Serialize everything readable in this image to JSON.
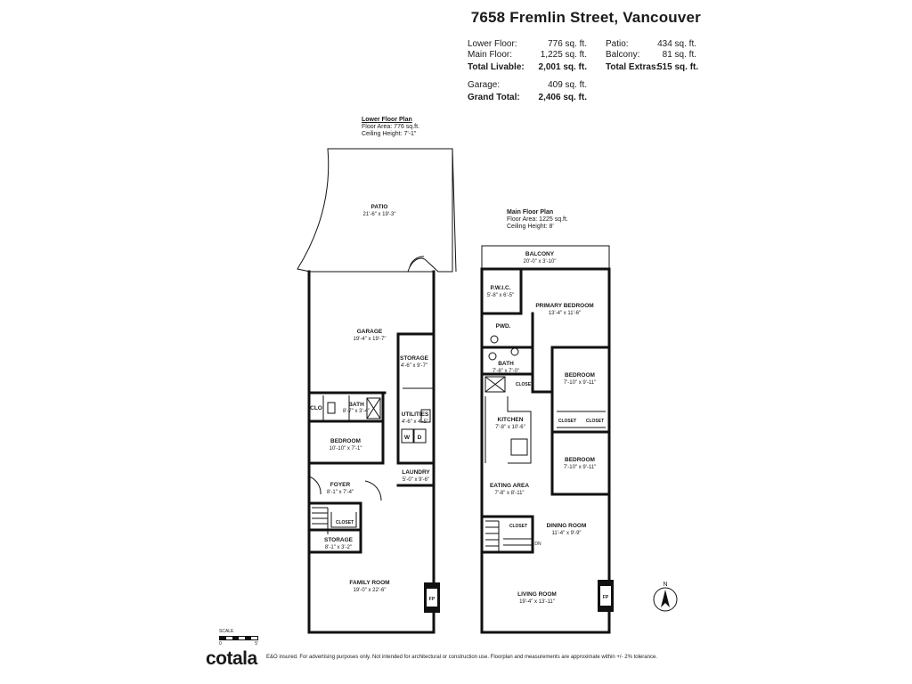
{
  "header": {
    "address": "7658 Fremlin Street, Vancouver"
  },
  "summary": {
    "lower_floor": {
      "label": "Lower Floor:",
      "value": "776 sq. ft."
    },
    "main_floor": {
      "label": "Main Floor:",
      "value": "1,225 sq. ft."
    },
    "total_livable": {
      "label": "Total Livable:",
      "value": "2,001 sq. ft."
    },
    "garage": {
      "label": "Garage:",
      "value": "409 sq. ft."
    },
    "grand_total": {
      "label": "Grand Total:",
      "value": "2,406 sq. ft."
    },
    "patio": {
      "label": "Patio:",
      "value": "434 sq. ft."
    },
    "balcony": {
      "label": "Balcony:",
      "value": "81 sq. ft."
    },
    "total_extras": {
      "label": "Total Extras:",
      "value": "515 sq. ft."
    }
  },
  "lower_floor_plan": {
    "title": "Lower Floor Plan",
    "area": "Floor Area: 776 sq.ft.",
    "ceiling": "Ceiling Height: 7'-1\"",
    "rooms": {
      "patio": {
        "name": "PATIO",
        "dims": "21'-6\" x 19'-3\""
      },
      "garage": {
        "name": "GARAGE",
        "dims": "19'-4\" x 19'-7\""
      },
      "storage_garage": {
        "name": "STORAGE",
        "dims": "4'-6\" x 9'-7\""
      },
      "bath": {
        "name": "BATH",
        "dims": "8'-7\" x 3'-4\""
      },
      "clo": {
        "name": "CLO"
      },
      "utilities": {
        "name": "UTILITIES",
        "dims": "4'-6\" x 4'-5\""
      },
      "w": {
        "name": "W"
      },
      "d": {
        "name": "D"
      },
      "bedroom": {
        "name": "BEDROOM",
        "dims": "10'-10\" x 7'-1\""
      },
      "laundry": {
        "name": "LAUNDRY",
        "dims": "5'-0\" x 9'-6\""
      },
      "foyer": {
        "name": "FOYER",
        "dims": "8'-1\" x 7'-4\""
      },
      "closet": {
        "name": "CLOSET"
      },
      "storage": {
        "name": "STORAGE",
        "dims": "8'-1\" x 3'-2\""
      },
      "family_room": {
        "name": "FAMILY ROOM",
        "dims": "19'-0\" x 22'-6\""
      },
      "fp": {
        "name": "FP"
      }
    }
  },
  "main_floor_plan": {
    "title": "Main Floor Plan",
    "area": "Floor Area: 1225 sq.ft.",
    "ceiling": "Ceiling Height: 8'",
    "rooms": {
      "balcony": {
        "name": "BALCONY",
        "dims": "20'-0\" x 3'-10\""
      },
      "pwic": {
        "name": "P.W.I.C.",
        "dims": "5'-8\" x 6'-5\""
      },
      "primary_bedroom": {
        "name": "PRIMARY BEDROOM",
        "dims": "13'-4\" x 11'-6\""
      },
      "pwd": {
        "name": "PWD."
      },
      "bath": {
        "name": "BATH",
        "dims": "7'-8\" x 7'-0\""
      },
      "closet_bath": {
        "name": "CLOSET"
      },
      "bedroom_1": {
        "name": "BEDROOM",
        "dims": "7'-10\" x 9'-11\""
      },
      "closet_1": {
        "name": "CLOSET"
      },
      "closet_2": {
        "name": "CLOSET"
      },
      "bedroom_2": {
        "name": "BEDROOM",
        "dims": "7'-10\" x 9'-11\""
      },
      "kitchen": {
        "name": "KITCHEN",
        "dims": "7'-8\" x 10'-6\""
      },
      "eating_area": {
        "name": "EATING AREA",
        "dims": "7'-8\" x 8'-11\""
      },
      "closet_entry": {
        "name": "CLOSET"
      },
      "dining_room": {
        "name": "DINING ROOM",
        "dims": "11'-4\" x 9'-9\""
      },
      "dn": {
        "name": "DN"
      },
      "living_room": {
        "name": "LIVING ROOM",
        "dims": "19'-4\" x 13'-11\""
      },
      "fp": {
        "name": "FP"
      }
    }
  },
  "compass": {
    "label": "N"
  },
  "scale": {
    "label": "SCALE",
    "start": "0",
    "end": "5'"
  },
  "footer": {
    "brand": "cotala",
    "disclaimer": "E&O insured. For advertising purposes only. Not intended for architectural or construction use. Floorplan and measurements are approximate within +/- 2% tolerance."
  }
}
